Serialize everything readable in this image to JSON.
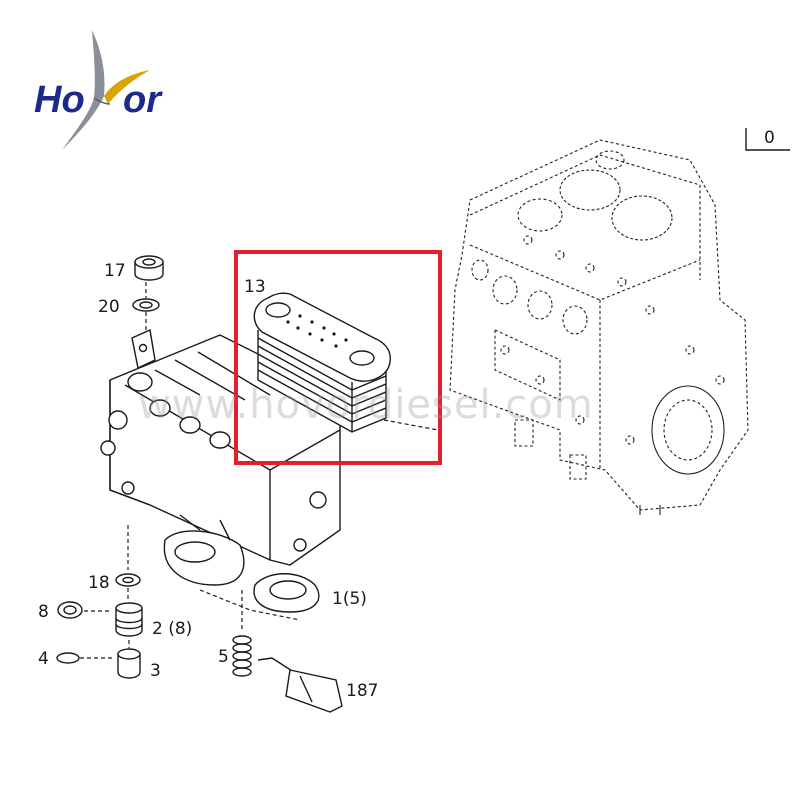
{
  "logo": {
    "text_left": "Ho",
    "text_right": "or",
    "color_text": "#1c2a8c",
    "color_accent": "#d9a400",
    "icon": "bird-icon"
  },
  "watermark": "www.hovordiesel.com",
  "corner_label": "0",
  "highlight_color": "#e0202a",
  "callouts": {
    "c13": "13",
    "c17": "17",
    "c20": "20",
    "c18": "18",
    "c8": "8",
    "c2": "2 (8)",
    "c4": "4",
    "c3": "3",
    "c1": "1(5)",
    "c5": "5",
    "c187": "187"
  }
}
